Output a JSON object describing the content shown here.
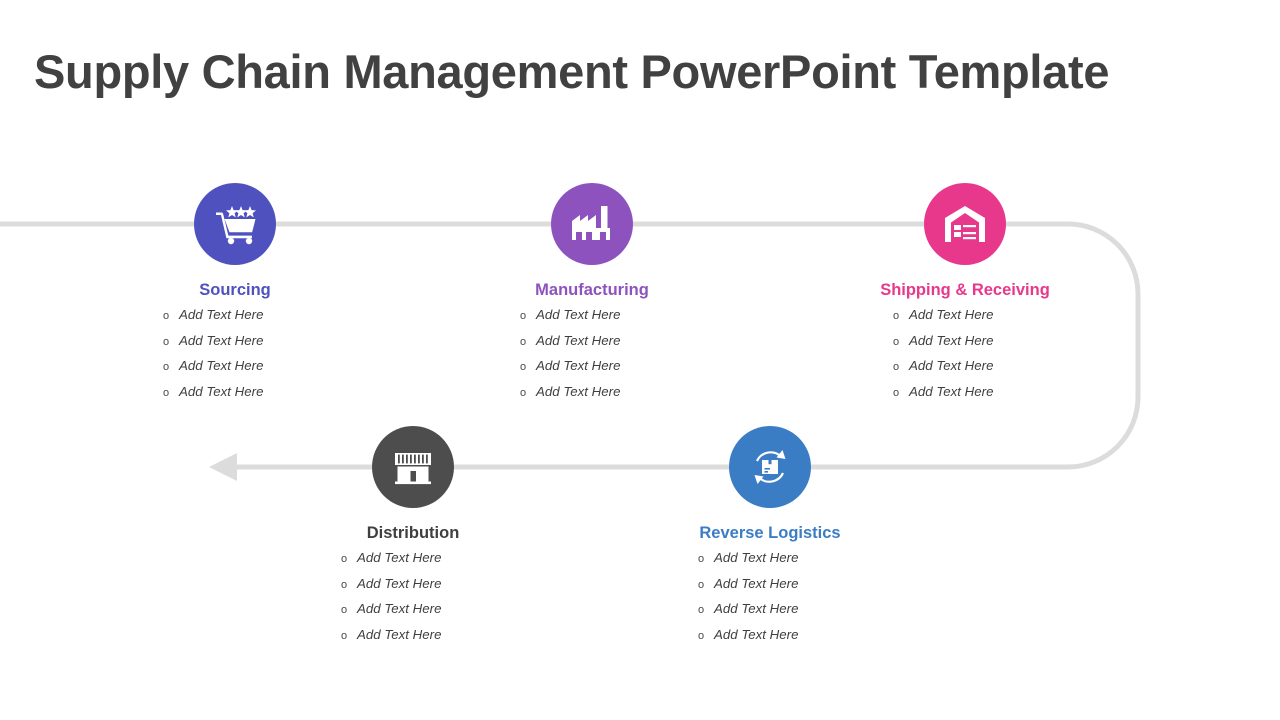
{
  "slide": {
    "title": "Supply Chain Management PowerPoint Template",
    "background": "#ffffff",
    "title_color": "#414141"
  },
  "connector": {
    "color": "#dcdcdc",
    "stroke_width": 5,
    "arrow_direction": "left",
    "shape": "u-turn"
  },
  "nodes": [
    {
      "id": "sourcing",
      "title": "Sourcing",
      "color": "#4F52BE",
      "icon": "shopping-cart-stars-icon",
      "row": 1,
      "bullets": [
        "Add Text Here",
        "Add Text Here",
        "Add Text Here",
        "Add Text Here"
      ]
    },
    {
      "id": "manufacturing",
      "title": "Manufacturing",
      "color": "#8E52BE",
      "icon": "factory-icon",
      "row": 1,
      "bullets": [
        "Add Text Here",
        "Add Text Here",
        "Add Text Here",
        "Add Text Here"
      ]
    },
    {
      "id": "shipping",
      "title": "Shipping & Receiving",
      "color": "#E8388C",
      "icon": "warehouse-icon",
      "row": 1,
      "bullets": [
        "Add Text Here",
        "Add Text Here",
        "Add Text Here",
        "Add Text Here"
      ]
    },
    {
      "id": "distribution",
      "title": "Distribution",
      "color": "#4D4D4D",
      "icon": "storefront-icon",
      "row": 2,
      "bullets": [
        "Add Text Here",
        "Add Text Here",
        "Add Text Here",
        "Add Text Here"
      ]
    },
    {
      "id": "reverse",
      "title": "Reverse Logistics",
      "color": "#3B7DC4",
      "icon": "return-box-icon",
      "row": 2,
      "bullets": [
        "Add Text Here",
        "Add Text Here",
        "Add Text Here",
        "Add Text Here"
      ]
    }
  ],
  "bullet_marker": "o"
}
